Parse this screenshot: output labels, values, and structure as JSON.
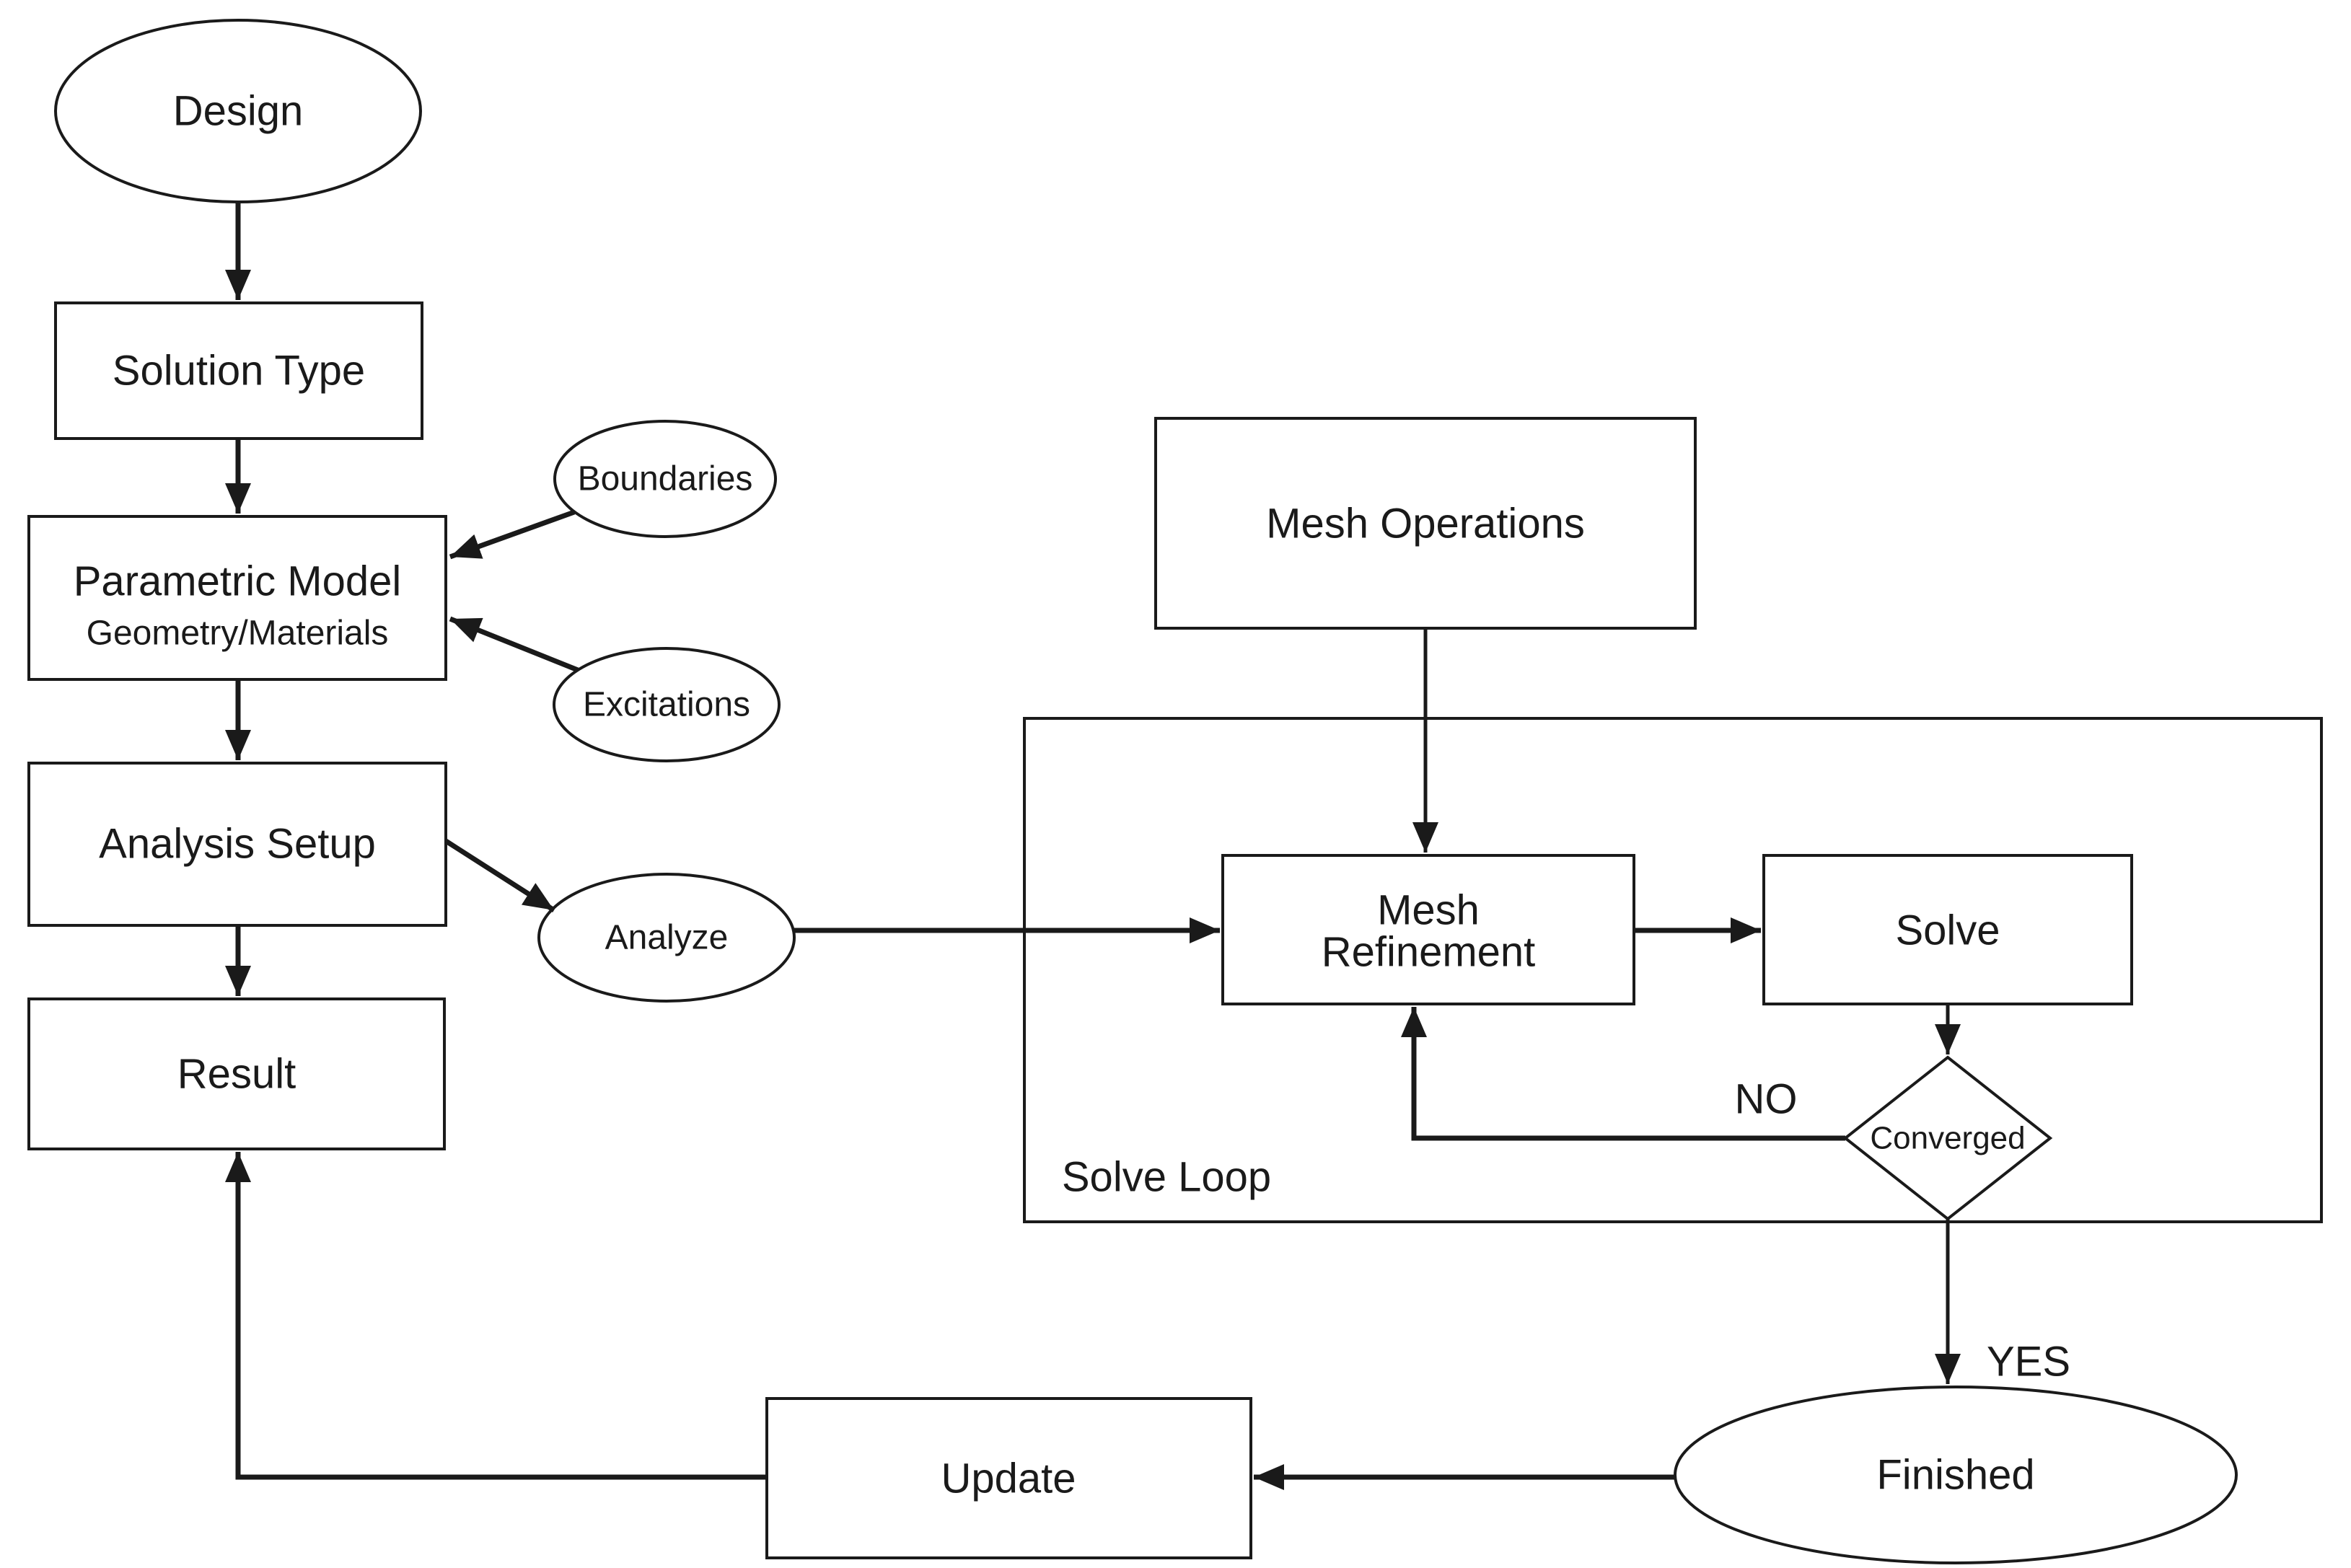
{
  "nodes": {
    "design": {
      "shape": "ellipse",
      "label": "Design"
    },
    "solution_type": {
      "shape": "rect",
      "label": "Solution Type"
    },
    "parametric_model": {
      "shape": "rect",
      "label": "Parametric Model",
      "sublabel": "Geometry/Materials"
    },
    "boundaries": {
      "shape": "ellipse",
      "label": "Boundaries"
    },
    "excitations": {
      "shape": "ellipse",
      "label": "Excitations"
    },
    "analysis_setup": {
      "shape": "rect",
      "label": "Analysis Setup"
    },
    "analyze": {
      "shape": "ellipse",
      "label": "Analyze"
    },
    "result": {
      "shape": "rect",
      "label": "Result"
    },
    "mesh_operations": {
      "shape": "rect",
      "label": "Mesh Operations"
    },
    "solve_loop": {
      "shape": "group",
      "label": "Solve Loop"
    },
    "mesh_refinement": {
      "shape": "rect",
      "label": "Mesh Refinement",
      "lines": [
        "Mesh",
        "Refinement"
      ]
    },
    "solve": {
      "shape": "rect",
      "label": "Solve"
    },
    "converged": {
      "shape": "diamond",
      "label": "Converged"
    },
    "finished": {
      "shape": "ellipse",
      "label": "Finished"
    },
    "update": {
      "shape": "rect",
      "label": "Update"
    }
  },
  "edge_labels": {
    "no": "NO",
    "yes": "YES"
  },
  "edges": [
    {
      "from": "Design",
      "to": "Solution Type"
    },
    {
      "from": "Solution Type",
      "to": "Parametric Model"
    },
    {
      "from": "Boundaries",
      "to": "Parametric Model"
    },
    {
      "from": "Excitations",
      "to": "Parametric Model"
    },
    {
      "from": "Parametric Model",
      "to": "Analysis Setup"
    },
    {
      "from": "Analysis Setup",
      "to": "Analyze"
    },
    {
      "from": "Analysis Setup",
      "to": "Result"
    },
    {
      "from": "Analyze",
      "to": "Mesh Refinement"
    },
    {
      "from": "Mesh Operations",
      "to": "Mesh Refinement"
    },
    {
      "from": "Mesh Refinement",
      "to": "Solve"
    },
    {
      "from": "Solve",
      "to": "Converged"
    },
    {
      "from": "Converged",
      "to": "Mesh Refinement",
      "label": "NO"
    },
    {
      "from": "Converged",
      "to": "Finished",
      "label": "YES"
    },
    {
      "from": "Finished",
      "to": "Update"
    },
    {
      "from": "Update",
      "to": "Result"
    }
  ],
  "colors": {
    "stroke": "#1a1a1a",
    "text": "#1a1a1a",
    "background": "#ffffff"
  }
}
